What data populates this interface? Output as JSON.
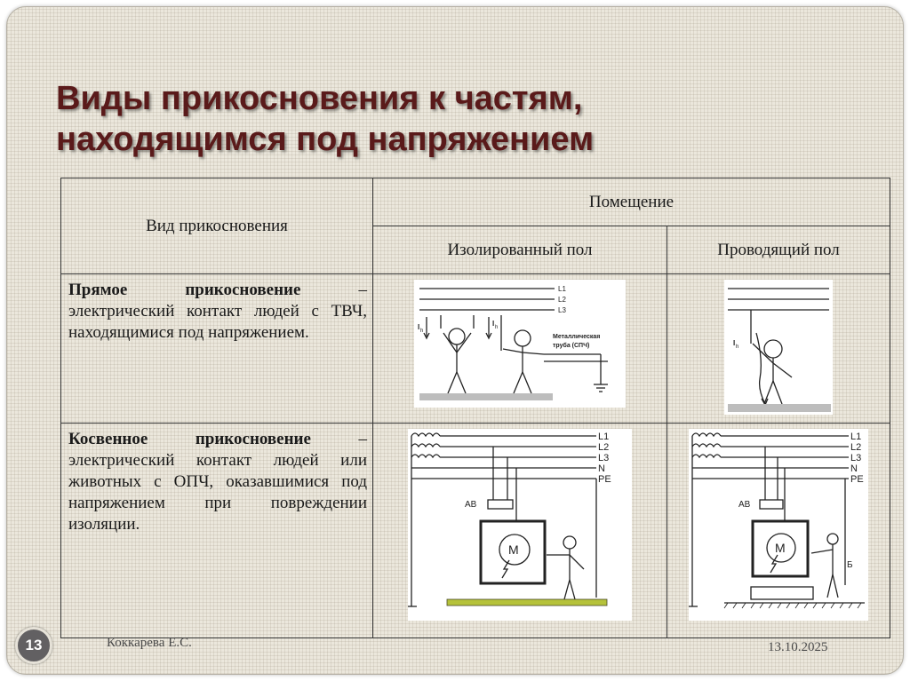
{
  "slide": {
    "title_line1": "Виды прикосновения к частям,",
    "title_line2": "находящимся под напряжением",
    "slide_number": "13",
    "author": "Коккарева Е.С.",
    "date": "13.10.2025"
  },
  "table": {
    "header": {
      "contact_type": "Вид прикосновения",
      "room": "Помещение",
      "insulated_floor": "Изолированный пол",
      "conductive_floor": "Проводящий пол"
    },
    "rows": [
      {
        "term": "Прямое прикосновение",
        "dash": " – ",
        "definition": "электрический контакт людей с ТВЧ, находящимися под напряжением."
      },
      {
        "term": "Косвенное прикосновение",
        "dash": " – ",
        "definition": "электрический контакт людей или животных с ОПЧ, оказавшимися под напряжением при повреждении изоляции."
      }
    ]
  },
  "diagrams": {
    "direct_insulated": {
      "lines": [
        "L1",
        "L2",
        "L3"
      ],
      "current_1": "I",
      "current_1_sub": "h",
      "current_2": "I",
      "current_2_sub": "h",
      "pipe_label_1": "Металлическая",
      "pipe_label_2": "труба (СПЧ)"
    },
    "direct_conductive": {
      "current": "I",
      "current_sub": "h"
    },
    "indirect_insulated": {
      "lines": [
        "L1",
        "L2",
        "L3",
        "N",
        "PE"
      ],
      "breaker": "АВ",
      "motor": "M"
    },
    "indirect_conductive": {
      "lines": [
        "L1",
        "L2",
        "L3",
        "N",
        "PE"
      ],
      "breaker": "АВ",
      "motor": "M",
      "person_label": "Б"
    }
  }
}
